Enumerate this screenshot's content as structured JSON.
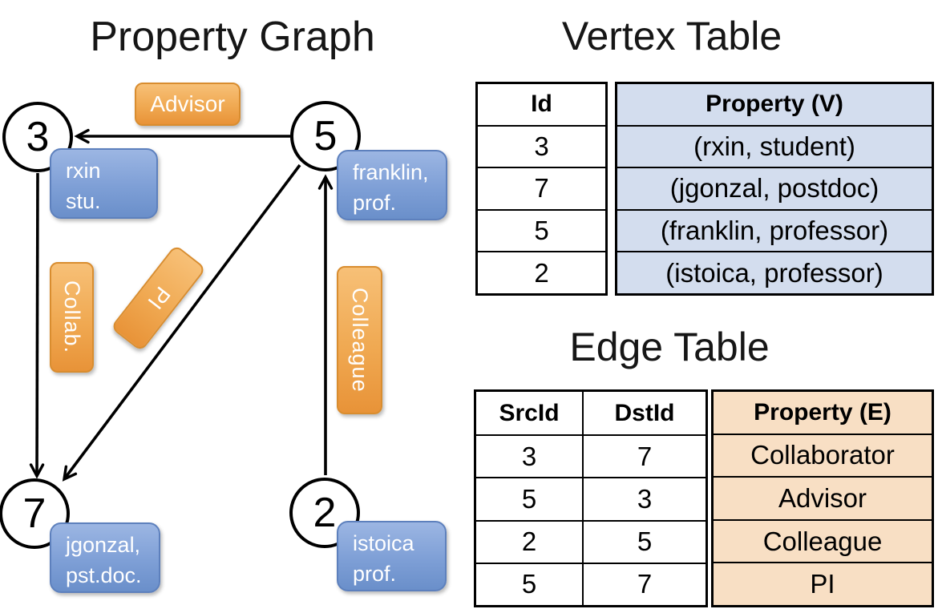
{
  "graph_panel": {
    "title": "Property Graph",
    "vertices": [
      {
        "id": "3",
        "lines": [
          "rxin",
          "stu."
        ]
      },
      {
        "id": "5",
        "lines": [
          "franklin,",
          "prof."
        ]
      },
      {
        "id": "7",
        "lines": [
          "jgonzal,",
          "pst.doc."
        ]
      },
      {
        "id": "2",
        "lines": [
          "istoica",
          "prof."
        ]
      }
    ],
    "edge_badges": [
      {
        "label": "Advisor"
      },
      {
        "label": "Collab."
      },
      {
        "label": "PI"
      },
      {
        "label": "Colleague"
      }
    ]
  },
  "vertex_table": {
    "title": "Vertex Table",
    "columns": [
      "Id",
      "Property (V)"
    ],
    "rows": [
      [
        "3",
        "(rxin, student)"
      ],
      [
        "7",
        "(jgonzal, postdoc)"
      ],
      [
        "5",
        "(franklin, professor)"
      ],
      [
        "2",
        "(istoica, professor)"
      ]
    ]
  },
  "edge_table": {
    "title": "Edge Table",
    "columns": [
      "SrcId",
      "DstId",
      "Property (E)"
    ],
    "rows": [
      [
        "3",
        "7",
        "Collaborator"
      ],
      [
        "5",
        "3",
        "Advisor"
      ],
      [
        "2",
        "5",
        "Colleague"
      ],
      [
        "5",
        "7",
        "PI"
      ]
    ]
  },
  "colors": {
    "vertex_table_fill": "#d3ddee",
    "edge_table_fill": "#f8dfc4",
    "badge_orange": "#f0a952",
    "badge_blue": "#7e9fd6",
    "line_black": "#000000"
  }
}
